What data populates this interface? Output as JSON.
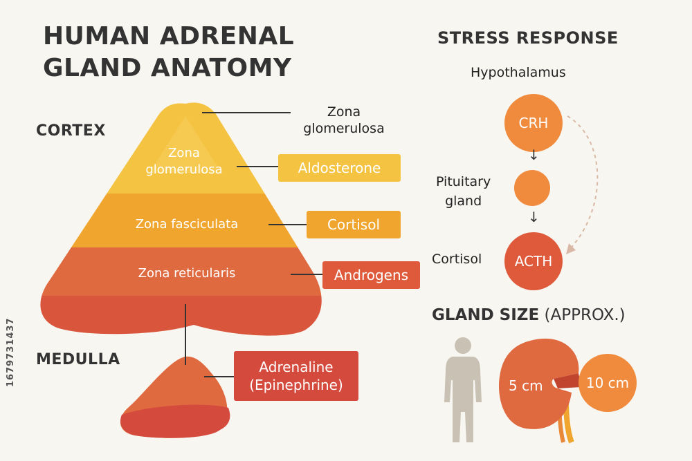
{
  "title_line1": "HUMAN ADRENAL",
  "title_line2": "GLAND ANATOMY",
  "cortex_label": "CORTEX",
  "medulla_label": "MEDULLA",
  "zones": {
    "glomerulosa_line1": "Zona",
    "glomerulosa_line2": "glomerulosa",
    "fasciculata": "Zona fasciculata",
    "reticularis": "Zona reticularis"
  },
  "top_callout_line1": "Zona",
  "top_callout_line2": "glomerulosa",
  "hormones": {
    "aldosterone": "Aldosterone",
    "cortisol": "Cortisol",
    "androgens": "Androgens",
    "adrenaline_line1": "Adrenaline",
    "adrenaline_line2": "(Epinephrine)"
  },
  "stress": {
    "title": "STRESS RESPONSE",
    "hypothalamus": "Hypothalamus",
    "crh": "CRH",
    "pituitary_line1": "Pituitary",
    "pituitary_line2": "gland",
    "cortisol": "Cortisol",
    "acth": "ACTH",
    "arrow": "↓"
  },
  "gland_size": {
    "title_bold": "GLAND SIZE",
    "title_rest": "(APPROX.)",
    "small": "5 cm",
    "large": "10 cm"
  },
  "watermark": "1679731437",
  "colors": {
    "yellow": "#f5c342",
    "amber": "#f0a62e",
    "orange": "#e8893a",
    "red_orange": "#e06040",
    "red": "#d44a3d",
    "circle_orange": "#f08a3c",
    "circle_red": "#de5a3a"
  }
}
